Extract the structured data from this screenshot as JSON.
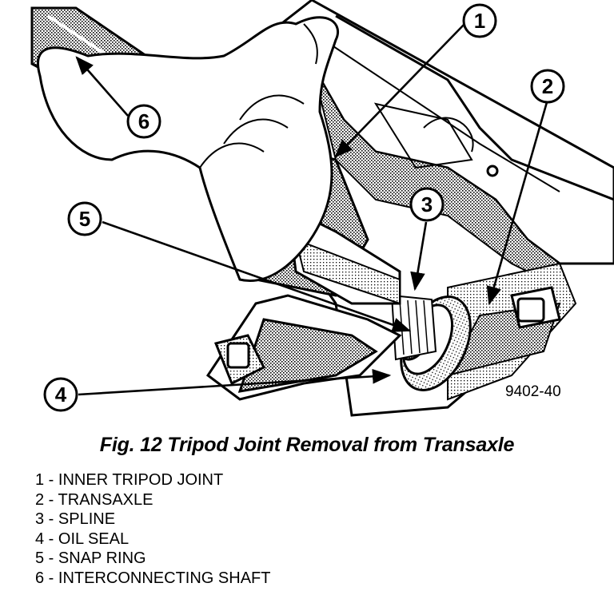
{
  "figure": {
    "code": "9402-40",
    "caption": "Fig. 12 Tripod Joint Removal from Transaxle"
  },
  "callouts": [
    {
      "number": "1",
      "label": "INNER TRIPOD JOINT"
    },
    {
      "number": "2",
      "label": "TRANSAXLE"
    },
    {
      "number": "3",
      "label": "SPLINE"
    },
    {
      "number": "4",
      "label": "OIL SEAL"
    },
    {
      "number": "5",
      "label": "SNAP RING"
    },
    {
      "number": "6",
      "label": "INTERCONNECTING SHAFT"
    }
  ],
  "legend_separator": " - "
}
